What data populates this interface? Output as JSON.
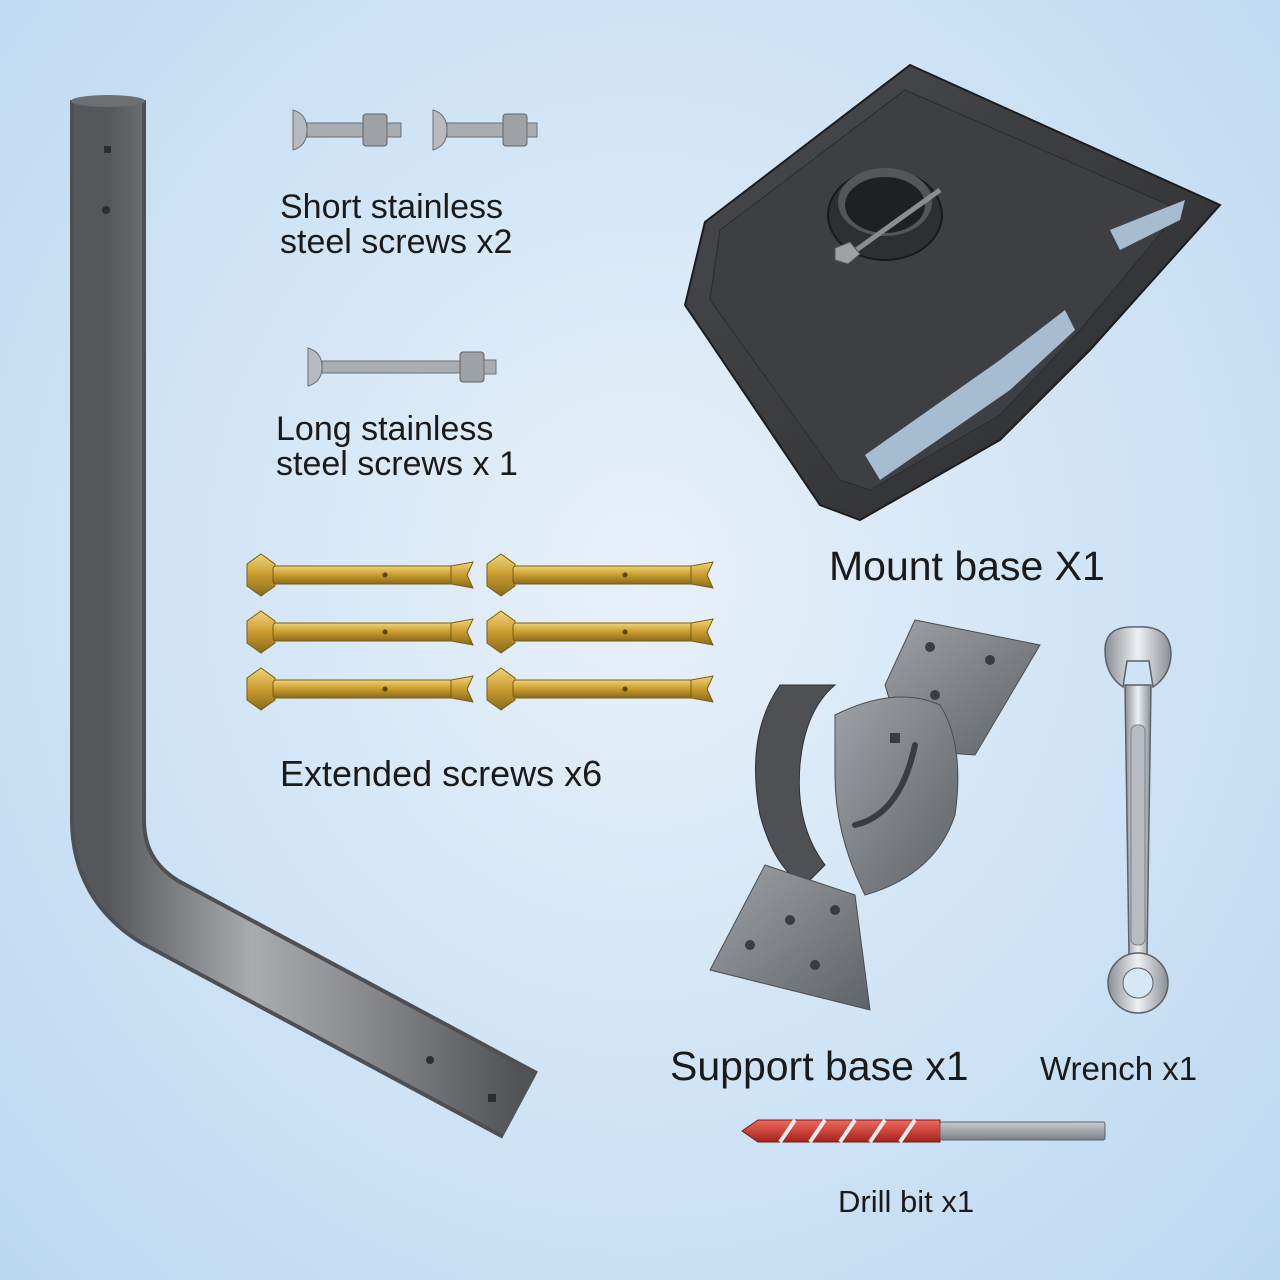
{
  "labels": {
    "short_screws_line1": "Short stainless",
    "short_screws_line2": "steel screws x2",
    "long_screws_line1": "Long stainless",
    "long_screws_line2": "steel screws x 1",
    "extended_screws": "Extended screws x6",
    "mount_base": "Mount base X1",
    "support_base": "Support base x1",
    "wrench": "Wrench x1",
    "drill_bit": "Drill bit x1"
  },
  "colors": {
    "pole": "#7d7f83",
    "mount_base": "#3a3b3d",
    "anchor_brass": "#c9a13a",
    "support_metal": "#8a8c90",
    "drill_red": "#d23a2e",
    "wrench_steel": "#c9cdd2"
  }
}
